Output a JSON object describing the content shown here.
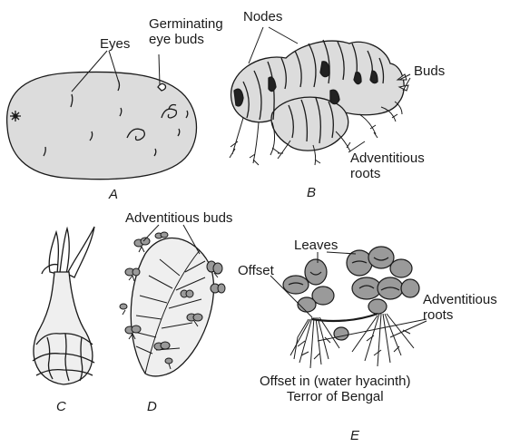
{
  "panels": {
    "A": {
      "caption": "A",
      "labels": {
        "eyes": "Eyes",
        "germinating": "Germinating\neye buds"
      }
    },
    "B": {
      "caption": "B",
      "labels": {
        "nodes": "Nodes",
        "buds": "Buds",
        "roots": "Adventitious\nroots"
      }
    },
    "C": {
      "caption": "C"
    },
    "D": {
      "caption": "D",
      "labels": {
        "buds": "Adventitious buds"
      }
    },
    "E": {
      "caption": "E",
      "labels": {
        "leaves": "Leaves",
        "offset": "Offset",
        "roots": "Adventitious\nroots",
        "title": "Offset in (water hyacinth)\nTerror of Bengal"
      }
    }
  },
  "colors": {
    "ink": "#1a1a1a",
    "fill_light": "#dcdcdc",
    "fill_mid": "#9a9a9a",
    "fill_dark": "#222222"
  }
}
